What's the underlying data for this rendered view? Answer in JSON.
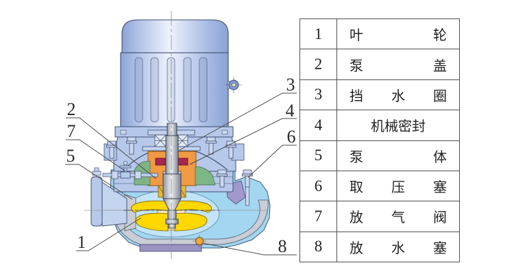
{
  "diagram": {
    "kind": "vertical-pipeline-pump-cross-section",
    "callouts": [
      {
        "number": "1",
        "part": "叶轮"
      },
      {
        "number": "2",
        "part": "泵盖"
      },
      {
        "number": "3",
        "part": "挡水圈"
      },
      {
        "number": "4",
        "part": "机械密封"
      },
      {
        "number": "5",
        "part": "泵体"
      },
      {
        "number": "6",
        "part": "取压塞"
      },
      {
        "number": "7",
        "part": "放气阀"
      },
      {
        "number": "8",
        "part": "放水塞"
      }
    ]
  },
  "parts_table": {
    "rows": [
      {
        "no": "1",
        "name": "叶 轮"
      },
      {
        "no": "2",
        "name": "泵 盖"
      },
      {
        "no": "3",
        "name": "挡 水 圈"
      },
      {
        "no": "4",
        "name": "机械密封"
      },
      {
        "no": "5",
        "name": "泵 体"
      },
      {
        "no": "6",
        "name": "取 压 塞"
      },
      {
        "no": "7",
        "name": "放 气 阀"
      },
      {
        "no": "8",
        "name": "放 水 塞"
      }
    ]
  },
  "colors": {
    "motor_blue": "#9db3de",
    "bracket_blue": "#b6c9ea",
    "casing_cyan": "#a3d6f0",
    "impeller_yellow": "#ffd800",
    "seal_orange": "#f09a44",
    "seal_ring_crimson": "#a8274e",
    "support_green": "#7eb585",
    "section_slate": "#9a94c2",
    "outline": "#3f4c6e"
  }
}
